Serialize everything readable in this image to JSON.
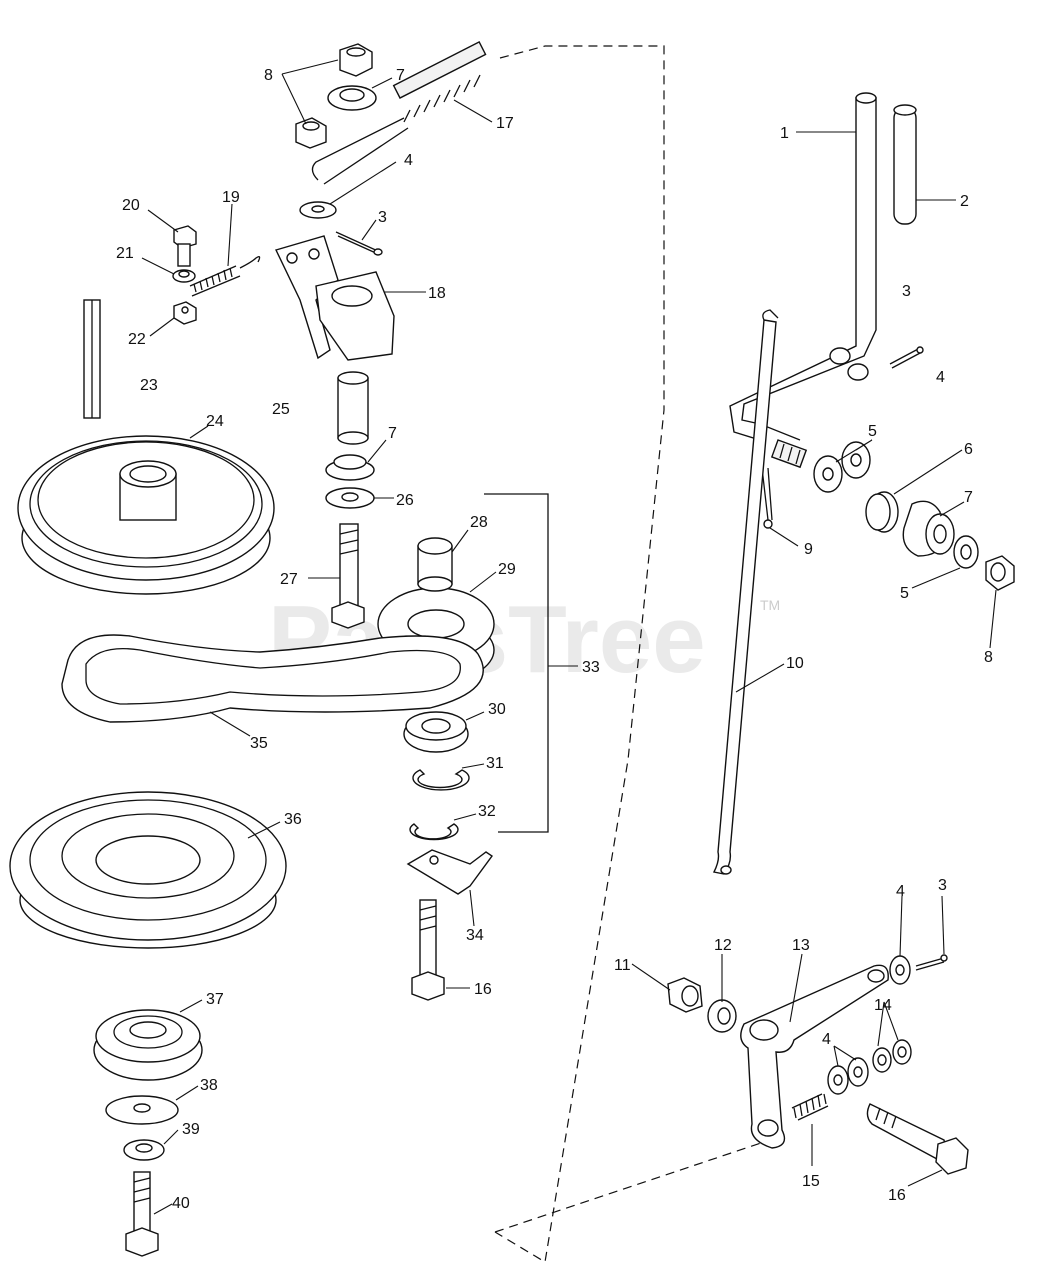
{
  "watermark": {
    "text": "PartsTree",
    "trademark": "TM"
  },
  "labels": {
    "l1": "1",
    "l2": "2",
    "l3a": "3",
    "l3b": "3",
    "l3c": "3",
    "l4a": "4",
    "l4b": "4",
    "l4c": "4",
    "l4d": "4",
    "l5a": "5",
    "l5b": "5",
    "l6": "6",
    "l7a": "7",
    "l7b": "7",
    "l7c": "7",
    "l8a": "8",
    "l8b": "8",
    "l9": "9",
    "l10": "10",
    "l11": "11",
    "l12": "12",
    "l13": "13",
    "l14": "14",
    "l15": "15",
    "l16a": "16",
    "l16b": "16",
    "l17": "17",
    "l18": "18",
    "l19": "19",
    "l20": "20",
    "l21": "21",
    "l22": "22",
    "l23": "23",
    "l24": "24",
    "l25": "25",
    "l26": "26",
    "l27": "27",
    "l28": "28",
    "l29": "29",
    "l30": "30",
    "l31": "31",
    "l32": "32",
    "l33": "33",
    "l34": "34",
    "l35": "35",
    "l36": "36",
    "l37": "37",
    "l38": "38",
    "l39": "39",
    "l40": "40"
  }
}
